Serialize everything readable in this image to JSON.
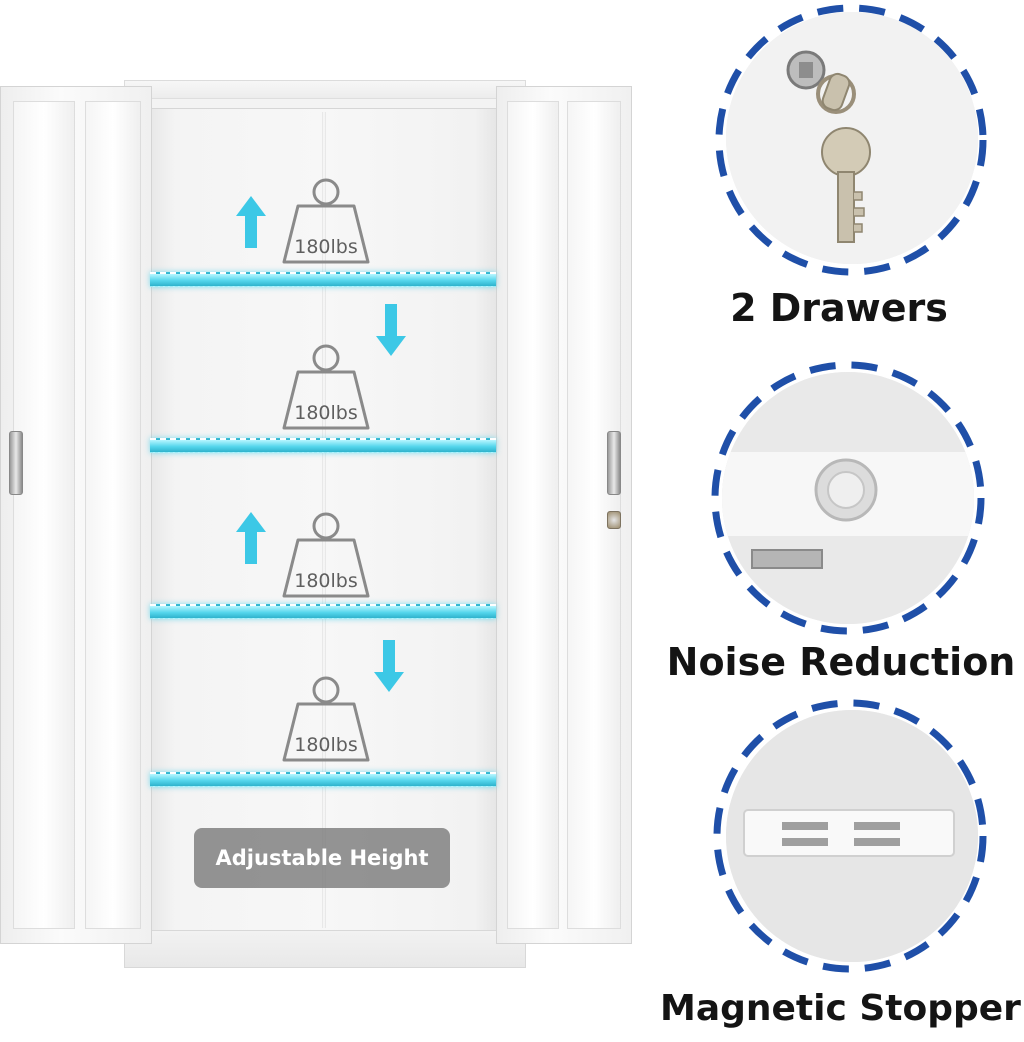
{
  "colors": {
    "accent_cyan": "#3cc8e6",
    "ring_blue": "#1f4fa8",
    "cabinet_white": "#f3f3f3",
    "weight_gray": "#8a8a8a",
    "pill_gray": "#7d7d7d",
    "label_text": "#141414"
  },
  "cabinet": {
    "shelves": [
      {
        "capacity_label": "180lbs",
        "arrow_direction": "up"
      },
      {
        "capacity_label": "180lbs",
        "arrow_direction": "down"
      },
      {
        "capacity_label": "180lbs",
        "arrow_direction": "up"
      },
      {
        "capacity_label": "180lbs",
        "arrow_direction": "down"
      }
    ],
    "adjust_label": "Adjustable Height"
  },
  "features": [
    {
      "label": "2 Drawers",
      "icon": "key-lock-icon"
    },
    {
      "label": "Noise Reduction",
      "icon": "rubber-bumper-icon"
    },
    {
      "label": "Magnetic Stopper",
      "icon": "magnet-icon"
    }
  ]
}
